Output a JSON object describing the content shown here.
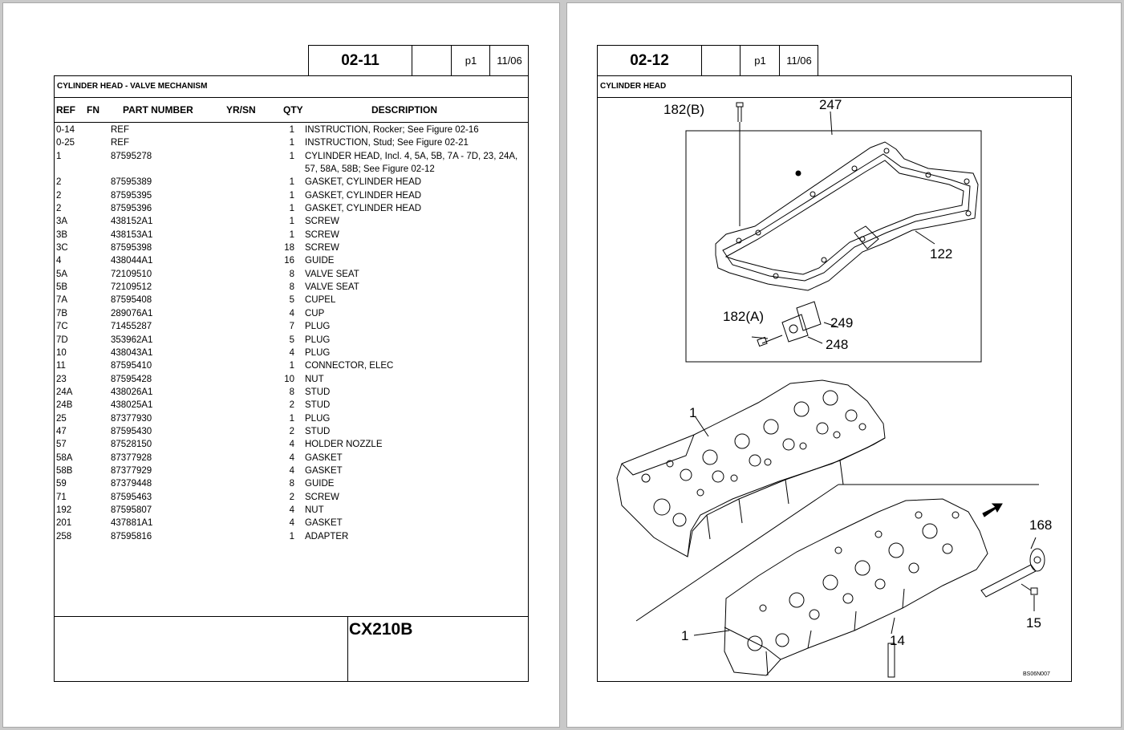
{
  "left_page": {
    "figure_no": "02-11",
    "page_label": "p1",
    "date": "11/06",
    "section_title": "CYLINDER HEAD -  VALVE MECHANISM",
    "columns": {
      "ref": "REF",
      "fn": "FN",
      "part_number": "PART NUMBER",
      "yr_sn": "YR/SN",
      "qty": "QTY",
      "description": "DESCRIPTION"
    },
    "parts": [
      {
        "ref": "0-14",
        "pn": "REF",
        "qty": "1",
        "desc": "INSTRUCTION, Rocker; See Figure 02-16"
      },
      {
        "ref": "0-25",
        "pn": "REF",
        "qty": "1",
        "desc": "INSTRUCTION, Stud; See Figure 02-21"
      },
      {
        "ref": "1",
        "pn": "87595278",
        "qty": "1",
        "desc": "CYLINDER HEAD, Incl. 4, 5A, 5B, 7A - 7D, 23, 24A,"
      },
      {
        "ref": "",
        "pn": "",
        "qty": "",
        "desc": " 57, 58A, 58B; See Figure 02-12"
      },
      {
        "ref": "2",
        "pn": "87595389",
        "qty": "1",
        "desc": "GASKET, CYLINDER HEAD"
      },
      {
        "ref": "2",
        "pn": "87595395",
        "qty": "1",
        "desc": "GASKET, CYLINDER HEAD"
      },
      {
        "ref": "2",
        "pn": "87595396",
        "qty": "1",
        "desc": "GASKET, CYLINDER HEAD"
      },
      {
        "ref": "3A",
        "pn": "438152A1",
        "qty": "1",
        "desc": "SCREW"
      },
      {
        "ref": "3B",
        "pn": "438153A1",
        "qty": "1",
        "desc": "SCREW"
      },
      {
        "ref": "3C",
        "pn": "87595398",
        "qty": "18",
        "desc": "SCREW"
      },
      {
        "ref": "4",
        "pn": "438044A1",
        "qty": "16",
        "desc": "GUIDE"
      },
      {
        "ref": "5A",
        "pn": "72109510",
        "qty": "8",
        "desc": "VALVE SEAT"
      },
      {
        "ref": "5B",
        "pn": "72109512",
        "qty": "8",
        "desc": "VALVE SEAT"
      },
      {
        "ref": "7A",
        "pn": "87595408",
        "qty": "5",
        "desc": "CUPEL"
      },
      {
        "ref": "7B",
        "pn": "289076A1",
        "qty": "4",
        "desc": "CUP"
      },
      {
        "ref": "7C",
        "pn": "71455287",
        "qty": "7",
        "desc": "PLUG"
      },
      {
        "ref": "7D",
        "pn": "353962A1",
        "qty": "5",
        "desc": "PLUG"
      },
      {
        "ref": "10",
        "pn": "438043A1",
        "qty": "4",
        "desc": "PLUG"
      },
      {
        "ref": "11",
        "pn": "87595410",
        "qty": "1",
        "desc": "CONNECTOR, ELEC"
      },
      {
        "ref": "23",
        "pn": "87595428",
        "qty": "10",
        "desc": "NUT"
      },
      {
        "ref": "24A",
        "pn": "438026A1",
        "qty": "8",
        "desc": "STUD"
      },
      {
        "ref": "24B",
        "pn": "438025A1",
        "qty": "2",
        "desc": "STUD"
      },
      {
        "ref": "25",
        "pn": "87377930",
        "qty": "1",
        "desc": "PLUG"
      },
      {
        "ref": "47",
        "pn": "87595430",
        "qty": "2",
        "desc": "STUD"
      },
      {
        "ref": "57",
        "pn": "87528150",
        "qty": "4",
        "desc": "HOLDER NOZZLE"
      },
      {
        "ref": "58A",
        "pn": "87377928",
        "qty": "4",
        "desc": "GASKET"
      },
      {
        "ref": "58B",
        "pn": "87377929",
        "qty": "4",
        "desc": "GASKET"
      },
      {
        "ref": "59",
        "pn": "87379448",
        "qty": "8",
        "desc": "GUIDE"
      },
      {
        "ref": "71",
        "pn": "87595463",
        "qty": "2",
        "desc": "SCREW"
      },
      {
        "ref": "192",
        "pn": "87595807",
        "qty": "4",
        "desc": "NUT"
      },
      {
        "ref": "201",
        "pn": "437881A1",
        "qty": "4",
        "desc": "GASKET"
      },
      {
        "ref": "258",
        "pn": "87595816",
        "qty": "1",
        "desc": "ADAPTER"
      }
    ],
    "model": "CX210B"
  },
  "right_page": {
    "figure_no": "02-12",
    "page_label": "p1",
    "date": "11/06",
    "section_title": "CYLINDER HEAD",
    "callouts": {
      "c182b": "182(B)",
      "c247": "247",
      "c122": "122",
      "c182a": "182(A)",
      "c249": "249",
      "c248": "248",
      "c1_top": "1",
      "c168": "168",
      "c15": "15",
      "c1_bottom": "1",
      "c14": "14"
    },
    "drawing_code": "BS06N007"
  }
}
